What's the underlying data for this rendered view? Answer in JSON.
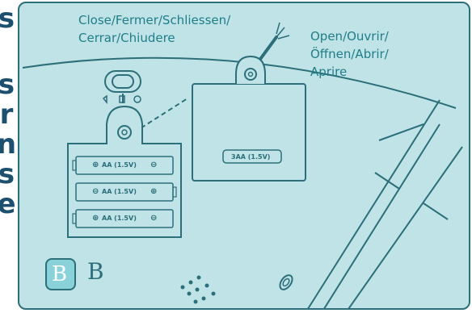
{
  "side_text": [
    "s",
    "s",
    "r",
    "n",
    "s",
    "e"
  ],
  "labels": {
    "close": [
      "Close/Fermer/Schliessen/",
      "Cerrar/Chiudere"
    ],
    "open": [
      "Open/Ouvrir/",
      "Öffnen/Abrir/",
      "Aprire"
    ]
  },
  "cover_label": "3AA (1.5V)",
  "batteries": [
    "AA (1.5V)",
    "AA (1.5V)",
    "AA (1.5V)"
  ],
  "logo_text": "B",
  "colors": {
    "panel": "#bfe3e6",
    "line": "#2c6f7a",
    "text": "#1f7e88",
    "side_text": "#1d4f6e"
  }
}
